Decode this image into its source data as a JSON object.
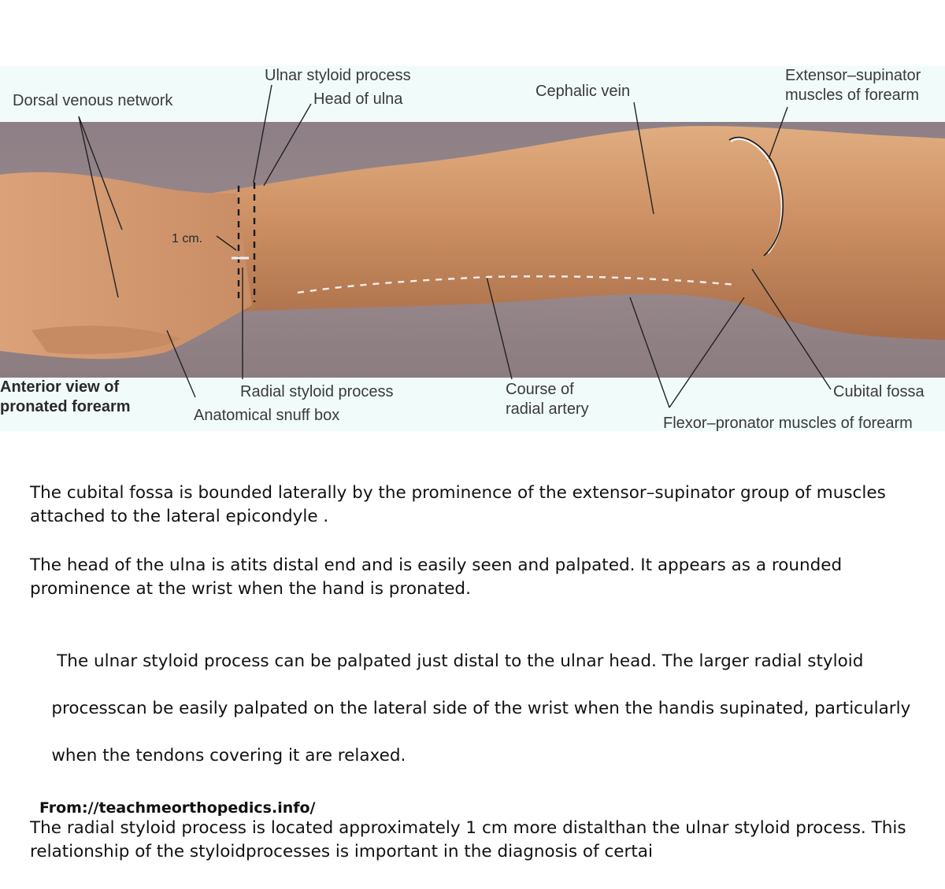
{
  "figure": {
    "labels": {
      "dorsal_venous_network": "Dorsal venous network",
      "ulnar_styloid_process": "Ulnar styloid process",
      "head_of_ulna": "Head of ulna",
      "cephalic_vein": "Cephalic vein",
      "extensor_supinator_line1": "Extensor–supinator",
      "extensor_supinator_line2": "muscles of forearm",
      "one_cm": "1 cm.",
      "anterior_view_line1": "Anterior view of",
      "anterior_view_line2": "pronated forearm",
      "radial_styloid_process": "Radial styloid process",
      "anatomical_snuff_box": "Anatomical snuff box",
      "course_radial_artery_line1": "Course of",
      "course_radial_artery_line2": "radial artery",
      "cubital_fossa": "Cubital fossa",
      "flexor_pronator": "Flexor–pronator muscles of forearm"
    }
  },
  "paragraphs": [
    {
      "line1": "The cubital fossa is bounded laterally by the prominence of the extensor–supinator group of muscles",
      "line2": "attached to the lateral epicondyle ."
    },
    {
      "line1": "The head of the ulna is atits distal end and is easily seen and palpated. It appears as a rounded",
      "line2": "prominence at the wrist when the hand is pronated."
    },
    {
      "line1": " The ulnar styloid process can be palpated just distal to the ulnar head. The larger radial styloid",
      "line2": "processcan be easily palpated on the lateral side of the wrist when the handis supinated, particularly",
      "line3": "when the tendons covering it are relaxed."
    },
    {
      "line1": "The radial styloid process is located approximately 1 cm more distalthan the ulnar styloid process. This",
      "line2": "relationship of the styloidprocesses is important in the diagnosis of certai"
    }
  ],
  "source": "From://teachmeorthopedics.info/"
}
